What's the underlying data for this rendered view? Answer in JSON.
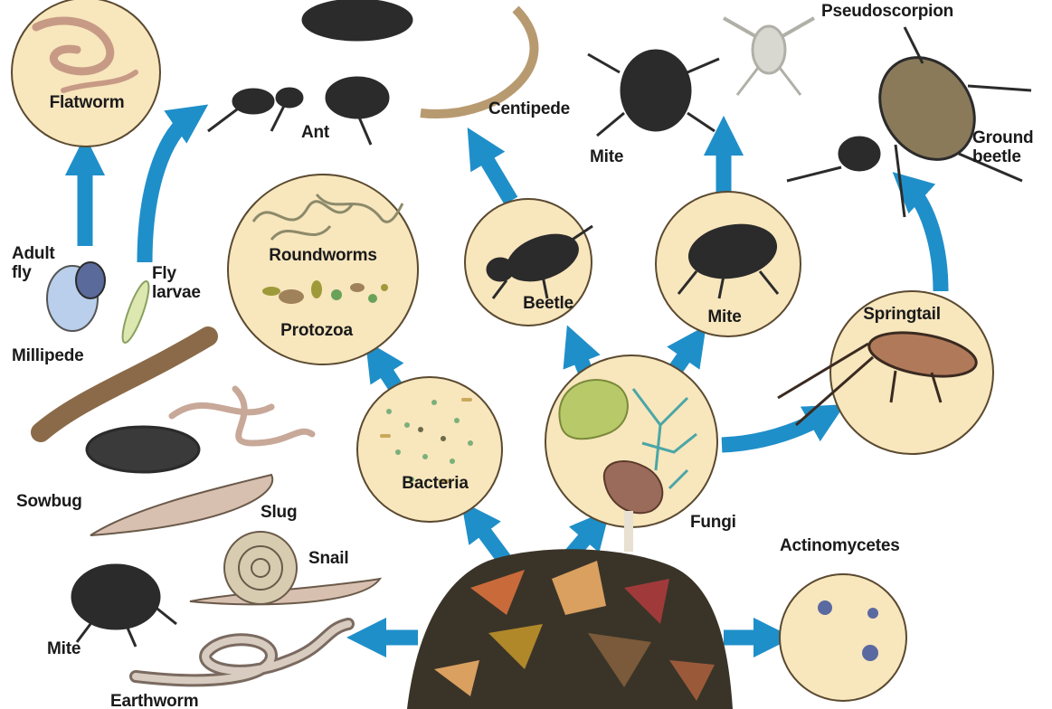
{
  "labels": {
    "flatworm": "Flatworm",
    "ant": "Ant",
    "centipede": "Centipede",
    "mite_top": "Mite",
    "pseudoscorpion": "Pseudoscorpion",
    "ground_beetle_1": "Ground",
    "ground_beetle_2": "beetle",
    "adult_fly_1": "Adult",
    "adult_fly_2": "fly",
    "fly_larvae_1": "Fly",
    "fly_larvae_2": "larvae",
    "roundworms": "Roundworms",
    "protozoa": "Protozoa",
    "beetle": "Beetle",
    "mite_mid": "Mite",
    "springtail": "Springtail",
    "millipede": "Millipede",
    "bacteria": "Bacteria",
    "fungi": "Fungi",
    "sowbug": "Sowbug",
    "slug": "Slug",
    "snail": "Snail",
    "actinomycetes": "Actinomycetes",
    "mite_bottom": "Mite",
    "earthworm": "Earthworm"
  },
  "colors": {
    "arrow": "#1f8fc9",
    "circle_fill": "#f8e6bd",
    "circle_stroke": "#5a4a30",
    "organism_dark": "#2b2b2b",
    "organism_brown": "#8a6a48",
    "label": "#1a1a1a"
  }
}
